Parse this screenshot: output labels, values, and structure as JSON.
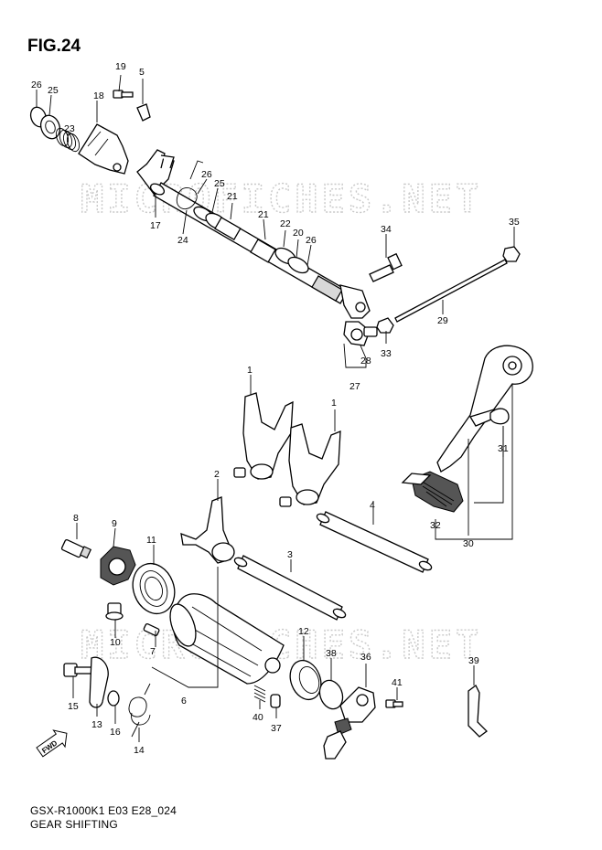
{
  "figure": {
    "title": "FIG.24",
    "model_code": "GSX-R1000K1 E03 E28_024",
    "caption": "GEAR SHIFTING",
    "watermarks": [
      "MICROFICHES.NET",
      "MICROFICHES.NET"
    ],
    "direction_badge": "FWD"
  },
  "callouts": [
    {
      "id": "c26a",
      "label": "26"
    },
    {
      "id": "c25a",
      "label": "25"
    },
    {
      "id": "c23",
      "label": "23"
    },
    {
      "id": "c18",
      "label": "18"
    },
    {
      "id": "c19",
      "label": "19"
    },
    {
      "id": "c5",
      "label": "5"
    },
    {
      "id": "c26b",
      "label": "26"
    },
    {
      "id": "c25b",
      "label": "25"
    },
    {
      "id": "c21a",
      "label": "21"
    },
    {
      "id": "c21b",
      "label": "21"
    },
    {
      "id": "c22",
      "label": "22"
    },
    {
      "id": "c20",
      "label": "20"
    },
    {
      "id": "c26c",
      "label": "26"
    },
    {
      "id": "c17",
      "label": "17"
    },
    {
      "id": "c24",
      "label": "24"
    },
    {
      "id": "c34",
      "label": "34"
    },
    {
      "id": "c35",
      "label": "35"
    },
    {
      "id": "c29",
      "label": "29"
    },
    {
      "id": "c33",
      "label": "33"
    },
    {
      "id": "c28",
      "label": "28"
    },
    {
      "id": "c27",
      "label": "27"
    },
    {
      "id": "c1a",
      "label": "1"
    },
    {
      "id": "c1b",
      "label": "1"
    },
    {
      "id": "c31",
      "label": "31"
    },
    {
      "id": "c2",
      "label": "2"
    },
    {
      "id": "c4",
      "label": "4"
    },
    {
      "id": "c32",
      "label": "32"
    },
    {
      "id": "c30",
      "label": "30"
    },
    {
      "id": "c8",
      "label": "8"
    },
    {
      "id": "c9",
      "label": "9"
    },
    {
      "id": "c11",
      "label": "11"
    },
    {
      "id": "c3",
      "label": "3"
    },
    {
      "id": "c10",
      "label": "10"
    },
    {
      "id": "c7",
      "label": "7"
    },
    {
      "id": "c12",
      "label": "12"
    },
    {
      "id": "c38",
      "label": "38"
    },
    {
      "id": "c36",
      "label": "36"
    },
    {
      "id": "c39",
      "label": "39"
    },
    {
      "id": "c6",
      "label": "6"
    },
    {
      "id": "c41",
      "label": "41"
    },
    {
      "id": "c15",
      "label": "15"
    },
    {
      "id": "c13",
      "label": "13"
    },
    {
      "id": "c16",
      "label": "16"
    },
    {
      "id": "c40",
      "label": "40"
    },
    {
      "id": "c37",
      "label": "37"
    },
    {
      "id": "c14",
      "label": "14"
    }
  ]
}
